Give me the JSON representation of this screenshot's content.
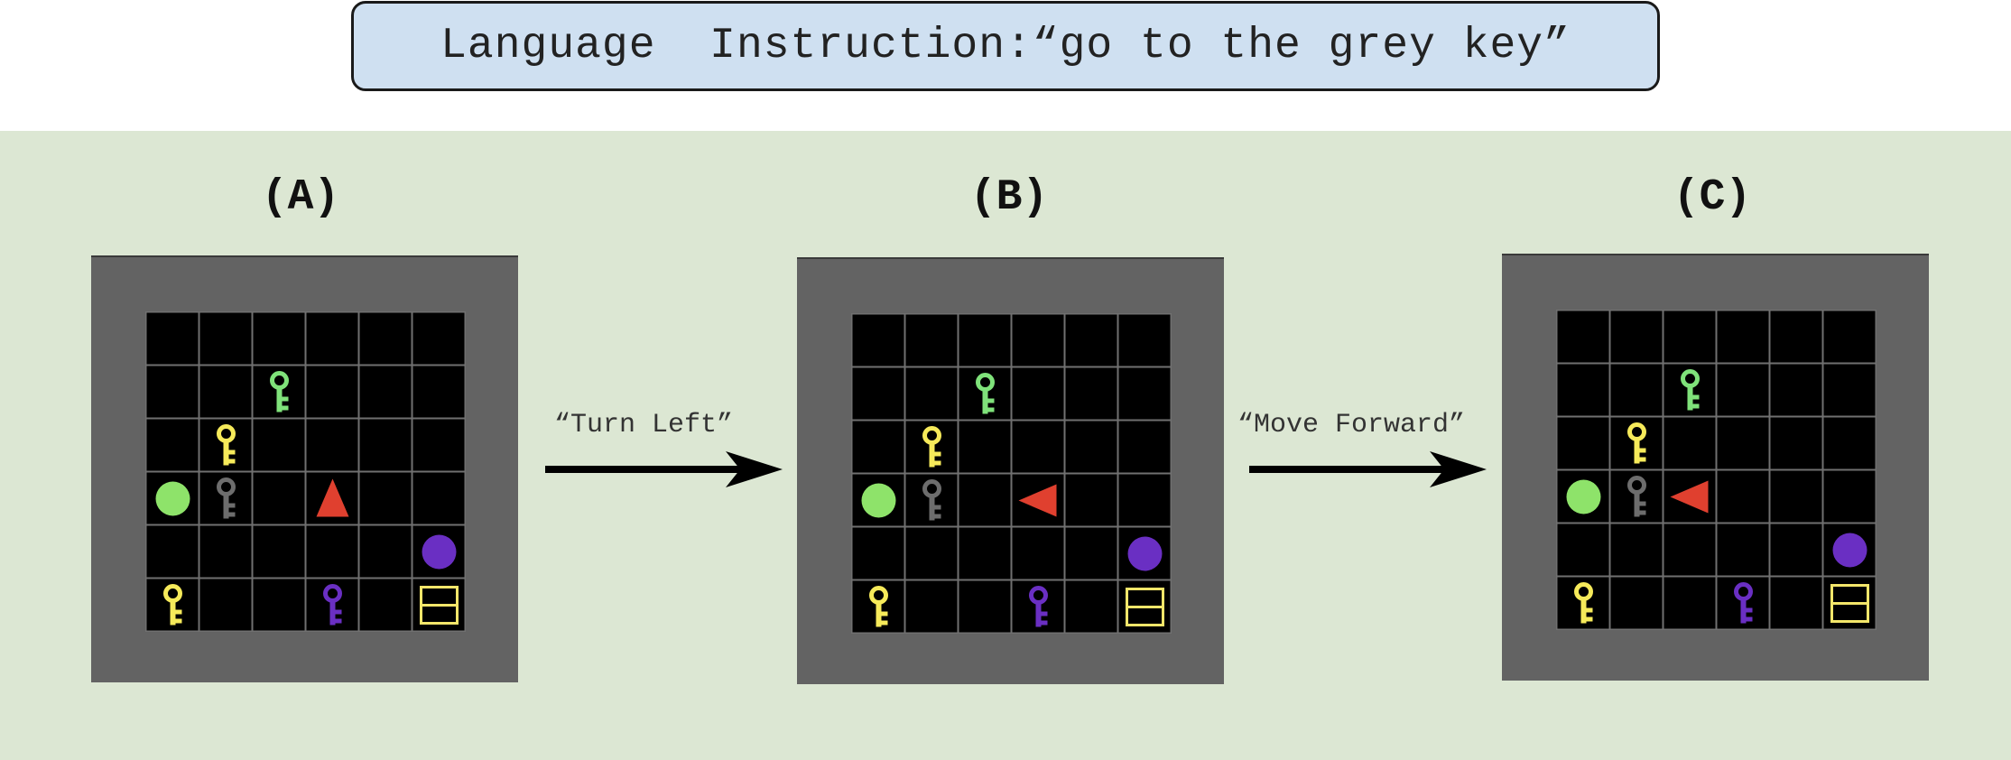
{
  "instruction": {
    "text": "Language  Instruction:“go to the grey key”"
  },
  "panels": [
    {
      "label": "(A)",
      "agent": {
        "row": 3,
        "col": 3,
        "direction": "up"
      },
      "objects": [
        {
          "type": "key",
          "color": "#7fe27a",
          "row": 1,
          "col": 2
        },
        {
          "type": "key",
          "color": "#f6ea5a",
          "row": 2,
          "col": 1
        },
        {
          "type": "ball",
          "color": "#8ee36a",
          "row": 3,
          "col": 0
        },
        {
          "type": "key",
          "color": "#6d6d6d",
          "row": 3,
          "col": 1
        },
        {
          "type": "ball",
          "color": "#6a2fc3",
          "row": 4,
          "col": 5
        },
        {
          "type": "key",
          "color": "#f6ea5a",
          "row": 5,
          "col": 0
        },
        {
          "type": "key",
          "color": "#6a2fc3",
          "row": 5,
          "col": 3
        },
        {
          "type": "box",
          "color": "#f3e66a",
          "row": 5,
          "col": 5
        }
      ]
    },
    {
      "label": "(B)",
      "agent": {
        "row": 3,
        "col": 3,
        "direction": "left"
      },
      "objects": [
        {
          "type": "key",
          "color": "#7fe27a",
          "row": 1,
          "col": 2
        },
        {
          "type": "key",
          "color": "#f6ea5a",
          "row": 2,
          "col": 1
        },
        {
          "type": "ball",
          "color": "#8ee36a",
          "row": 3,
          "col": 0
        },
        {
          "type": "key",
          "color": "#6d6d6d",
          "row": 3,
          "col": 1
        },
        {
          "type": "ball",
          "color": "#6a2fc3",
          "row": 4,
          "col": 5
        },
        {
          "type": "key",
          "color": "#f6ea5a",
          "row": 5,
          "col": 0
        },
        {
          "type": "key",
          "color": "#6a2fc3",
          "row": 5,
          "col": 3
        },
        {
          "type": "box",
          "color": "#f3e66a",
          "row": 5,
          "col": 5
        }
      ]
    },
    {
      "label": "(C)",
      "agent": {
        "row": 3,
        "col": 2,
        "direction": "left"
      },
      "objects": [
        {
          "type": "key",
          "color": "#7fe27a",
          "row": 1,
          "col": 2
        },
        {
          "type": "key",
          "color": "#f6ea5a",
          "row": 2,
          "col": 1
        },
        {
          "type": "ball",
          "color": "#8ee36a",
          "row": 3,
          "col": 0
        },
        {
          "type": "key",
          "color": "#6d6d6d",
          "row": 3,
          "col": 1
        },
        {
          "type": "ball",
          "color": "#6a2fc3",
          "row": 4,
          "col": 5
        },
        {
          "type": "key",
          "color": "#f6ea5a",
          "row": 5,
          "col": 0
        },
        {
          "type": "key",
          "color": "#6a2fc3",
          "row": 5,
          "col": 3
        },
        {
          "type": "box",
          "color": "#f3e66a",
          "row": 5,
          "col": 5
        }
      ]
    }
  ],
  "transitions": [
    {
      "label": "“Turn Left”"
    },
    {
      "label": "“Move Forward”"
    }
  ],
  "colors": {
    "agent": "#e0402f",
    "grid_line": "#707070",
    "cell": "#000000",
    "frame": "#636363",
    "panel_background": "#dce7d3",
    "instruction_background": "#cfe0f1"
  }
}
